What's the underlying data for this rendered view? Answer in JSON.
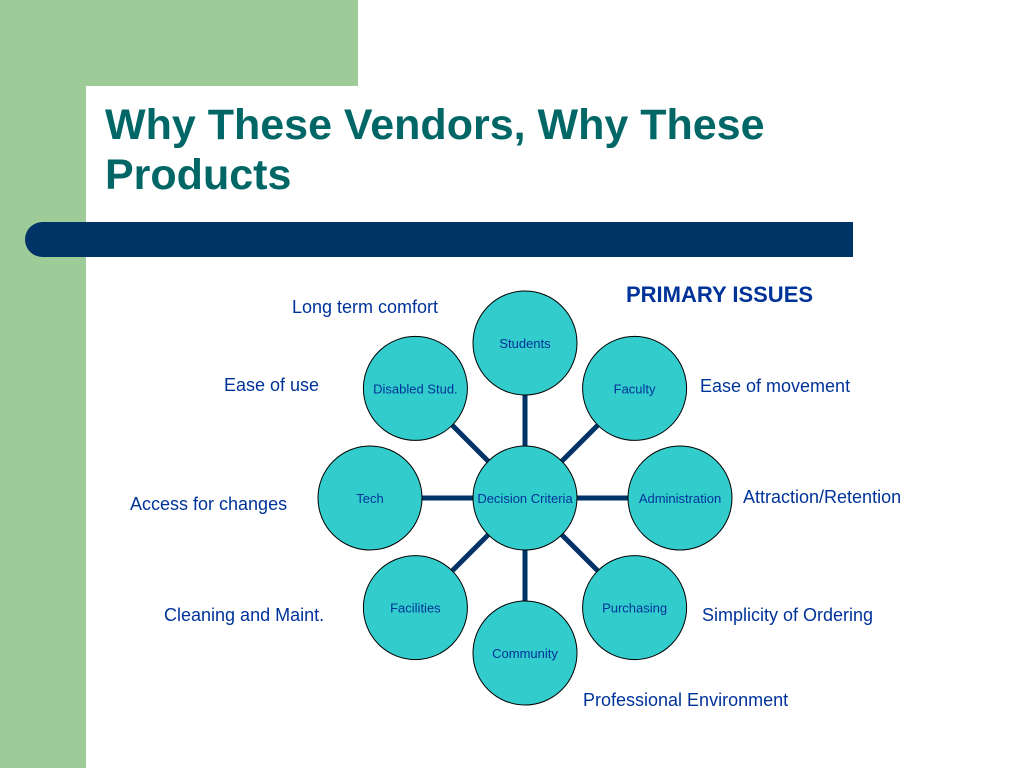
{
  "title": "Why These Vendors, Why These Products",
  "heading": "PRIMARY ISSUES",
  "colors": {
    "node_fill": "#33cccc",
    "connector": "#003366",
    "text": "#003399",
    "title": "#006666",
    "accent_green": "#9dcc98"
  },
  "diagram": {
    "center": "Decision Criteria",
    "nodes": [
      "Students",
      "Faculty",
      "Administration",
      "Purchasing",
      "Community",
      "Facilities",
      "Tech",
      "Disabled Stud."
    ]
  },
  "issues": {
    "long_term_comfort": "Long term comfort",
    "ease_of_use": "Ease of use",
    "access_for_changes": "Access for changes",
    "cleaning_and_maint": "Cleaning and Maint.",
    "professional_environment": "Professional Environment",
    "simplicity_of_ordering": "Simplicity of Ordering",
    "attraction_retention": "Attraction/Retention",
    "ease_of_movement": "Ease of movement"
  }
}
